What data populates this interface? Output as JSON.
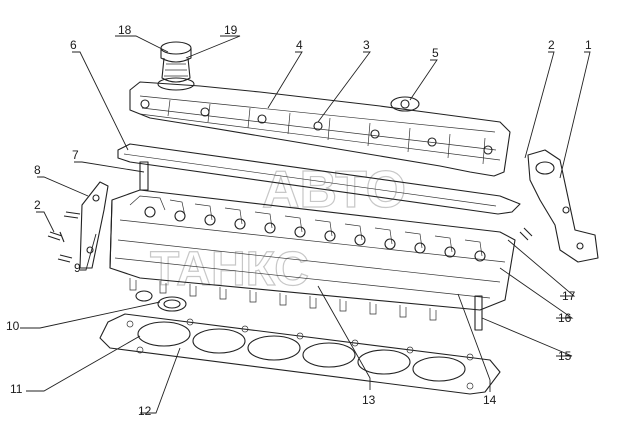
{
  "watermark": {
    "line1": "АВТО",
    "line2": "ТАНКС"
  },
  "callouts": [
    {
      "id": "18",
      "label": "18"
    },
    {
      "id": "19",
      "label": "19"
    },
    {
      "id": "6",
      "label": "6"
    },
    {
      "id": "4",
      "label": "4"
    },
    {
      "id": "3",
      "label": "3"
    },
    {
      "id": "5",
      "label": "5"
    },
    {
      "id": "2a",
      "label": "2"
    },
    {
      "id": "1",
      "label": "1"
    },
    {
      "id": "7",
      "label": "7"
    },
    {
      "id": "8",
      "label": "8"
    },
    {
      "id": "2b",
      "label": "2"
    },
    {
      "id": "9",
      "label": "9"
    },
    {
      "id": "17",
      "label": "17"
    },
    {
      "id": "16",
      "label": "16"
    },
    {
      "id": "10",
      "label": "10"
    },
    {
      "id": "15",
      "label": "15"
    },
    {
      "id": "11",
      "label": "11"
    },
    {
      "id": "12",
      "label": "12"
    },
    {
      "id": "13",
      "label": "13"
    },
    {
      "id": "14",
      "label": "14"
    }
  ]
}
